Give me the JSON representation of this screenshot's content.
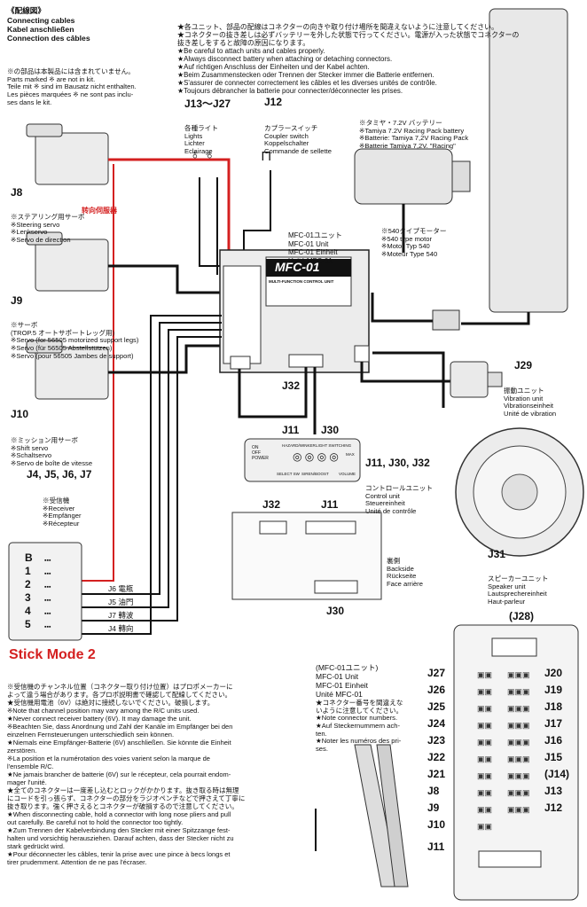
{
  "header": {
    "title": "《配線図》",
    "lines": [
      "Connecting cables",
      "Kabel anschließen",
      "Connection des câbles"
    ]
  },
  "not_in_kit_note": [
    "※の部品は本製品には含まれていません。",
    "Parts marked ※ are not in kit.",
    "Teile mit ※ sind im Bausatz nicht enthalten.",
    "Les pièces marquées ※ ne sont pas inclu-",
    "ses dans le kit."
  ],
  "top_notes": [
    "★各ユニット、部品の配線はコネクターの向きや取り付け場所を間違えないように注意してください。",
    "★コネクターの抜き差しは必ずバッテリーを外した状態で行ってください。電源が入った状態でコネクターの",
    "抜き差しをすると故障の原因になります。",
    "★Be careful to attach units and cables properly.",
    "★Always disconnect battery when attaching or detaching connectors.",
    "★Auf richtigen Anschluss der Einheiten und der Kabel achten.",
    "★Beim Zusammenstecken oder Trennen der Stecker immer die Batterie entfernen.",
    "★S'assurer de connecter correctement les câbles et les diverses unités de contrôle.",
    "★Toujours débrancher la batterie pour connecter/déconnecter les prises."
  ],
  "components": {
    "j8": {
      "id": "J8",
      "lines": [
        "※ステアリング用サーボ",
        "※Steering servo",
        "※Lenkservo",
        "※Servo de direction"
      ],
      "annotation": "转向伺服器"
    },
    "j9": {
      "id": "J9",
      "lines": [
        "※サーボ",
        "(TROP.5 オートサポートレッグ用)",
        "※Servo (for 56505 motorized support legs)",
        "※Servo (für 56505 Abstellstützen)",
        "※Servo (pour 56505 Jambes de support)"
      ]
    },
    "j10": {
      "id": "J10",
      "lines": [
        "※ミッション用サーボ",
        "※Shift servo",
        "※Schaltservo",
        "※Servo de boîte de vitesse"
      ]
    },
    "receiver": {
      "id": "J4, J5, J6, J7",
      "lines": [
        "※受信機",
        "※Receiver",
        "※Empfänger",
        "※Récepteur"
      ]
    },
    "j13_27": {
      "id": "J13〜J27",
      "lines": [
        "各種ライト",
        "Lights",
        "Lichter",
        "Eclairage"
      ]
    },
    "j12": {
      "id": "J12",
      "lines": [
        "カプラースイッチ",
        "Coupler switch",
        "Koppelschalter",
        "Commande de sellette"
      ]
    },
    "battery": {
      "lines": [
        "※タミヤ・7.2V バッテリー",
        "※Tamiya 7.2V Racing Pack battery",
        "※Batterie: Tamiya 7,2V Racing Pack",
        "※Batterie Tamiya 7,2V. \"Racing\""
      ]
    },
    "motor": {
      "lines": [
        "※540タイプモーター",
        "※540 type motor",
        "※Motor Typ 540",
        "※Moteur Type 540"
      ]
    },
    "mfc_unit": {
      "lines": [
        "MFC-01ユニット",
        "MFC-01 Unit",
        "MFC-01 Einheit",
        "Unité MFC-01"
      ],
      "logo": "MFC-01",
      "sub": "MULTI-FUNCTION CONTROL UNIT"
    },
    "j29": {
      "id": "J29",
      "lines": [
        "振動ユニット",
        "Vibration unit",
        "Vibrationseinheit",
        "Unité de vibration"
      ]
    },
    "control": {
      "id": "J11, J30, J32",
      "lines": [
        "コントロールユニット",
        "Control unit",
        "Steuereinheit",
        "Unité de contrôle"
      ]
    },
    "speaker": {
      "id": "J31",
      "lines": [
        "スピーカーユニット",
        "Speaker unit",
        "Lautsprechereinheit",
        "Haut-parleur"
      ]
    },
    "backside": {
      "lines": [
        "裏側",
        "Backside",
        "Rückseite",
        "Face arrière"
      ]
    }
  },
  "control_panel": {
    "on": "ON",
    "off": "OFF",
    "power": "POWER",
    "hazard": "HAZARD/WINKER",
    "light": "LIGHT SWITCHING",
    "select": "SELECT SW",
    "siren": "SIREN/BOOST",
    "volume": "VOLUME",
    "max": "MAX"
  },
  "connector_labels": {
    "j32": "J32",
    "j11": "J11",
    "j30": "J30",
    "j28": "(J28)"
  },
  "channels": {
    "rows": [
      "B",
      "1",
      "2",
      "3",
      "4",
      "5"
    ],
    "wires": [
      "J6 電瓶",
      "J5 油門",
      "J7 轉波",
      "J4 轉向"
    ]
  },
  "stick_mode": {
    "title": "Stick Mode 2",
    "color": "#d42020"
  },
  "bottom_notes": [
    "※受信機のチャンネル位置（コネクター取り付け位置）はプロポメーカーに",
    "よって違う場合があります。各プロポ説明書で確認して配線してください。",
    "★受信機用電池（6V）は絶対に接続しないでください。破損します。",
    "※Note that channel position may vary among the R/C units used.",
    "★Never connect receiver battery (6V). It may damage the unit.",
    "※Beachten Sie, dass Anordnung und Zahl der Kanäle im Empfänger bei den",
    "einzelnen Fernsteuerungen unterschiedlich sein können.",
    "★Niemals eine Empfänger-Batterie (6V) anschließen. Sie könnte die Einheit",
    "zerstören.",
    "※La position et la numérotation des voies varient selon la marque de",
    "l'ensemble R/C.",
    "★Ne jamais brancher de batterie (6V) sur le récepteur, cela pourrait endom-",
    "mager l'unité.",
    "",
    "★全てのコネクターは一度差し込むとロックがかかります。抜き取る時は無理",
    "にコードを引っ張らず、コネクターの部分をラジオペンチなどで押さえて丁寧に",
    "抜き取ります。強く押さえるとコネクターが破損するので注意してください。",
    "★When disconnecting cable, hold a connector with long nose pliers and pull",
    "out carefully. Be careful not to hold the connector too tightly.",
    "★Zum Trennen der Kabelverbindung den Stecker mit einer Spitzzange fest-",
    "halten und vorsichtig herausziehen. Darauf achten, dass der Stecker nicht zu",
    "stark gedrückt wird.",
    "★Pour déconnecter les câbles, tenir la prise avec une pince à becs longs et",
    "tirer prudemment. Attention de ne pas l'écraser."
  ],
  "mfc_bottom": {
    "lines": [
      "(MFC-01ユニット)",
      "MFC-01 Unit",
      "MFC-01 Einheit",
      "Unité MFC-01"
    ]
  },
  "connector_note": [
    "★コネクター番号を間違えな",
    "いように注意してください。",
    "★Note connector numbers.",
    "★Auf Steckernummern ach-",
    "ten.",
    "★Noter les numéros des pri-",
    "ses."
  ],
  "pin_labels_left": [
    "J27",
    "J26",
    "J25",
    "J24",
    "J23",
    "J22",
    "J21",
    "J8",
    "J9",
    "J10",
    "J11"
  ],
  "pin_labels_right": [
    "J20",
    "J19",
    "J18",
    "J17",
    "J16",
    "J15",
    "(J14)",
    "J13",
    "J12"
  ],
  "colors": {
    "red_wire": "#d42020",
    "wire": "#111111"
  }
}
